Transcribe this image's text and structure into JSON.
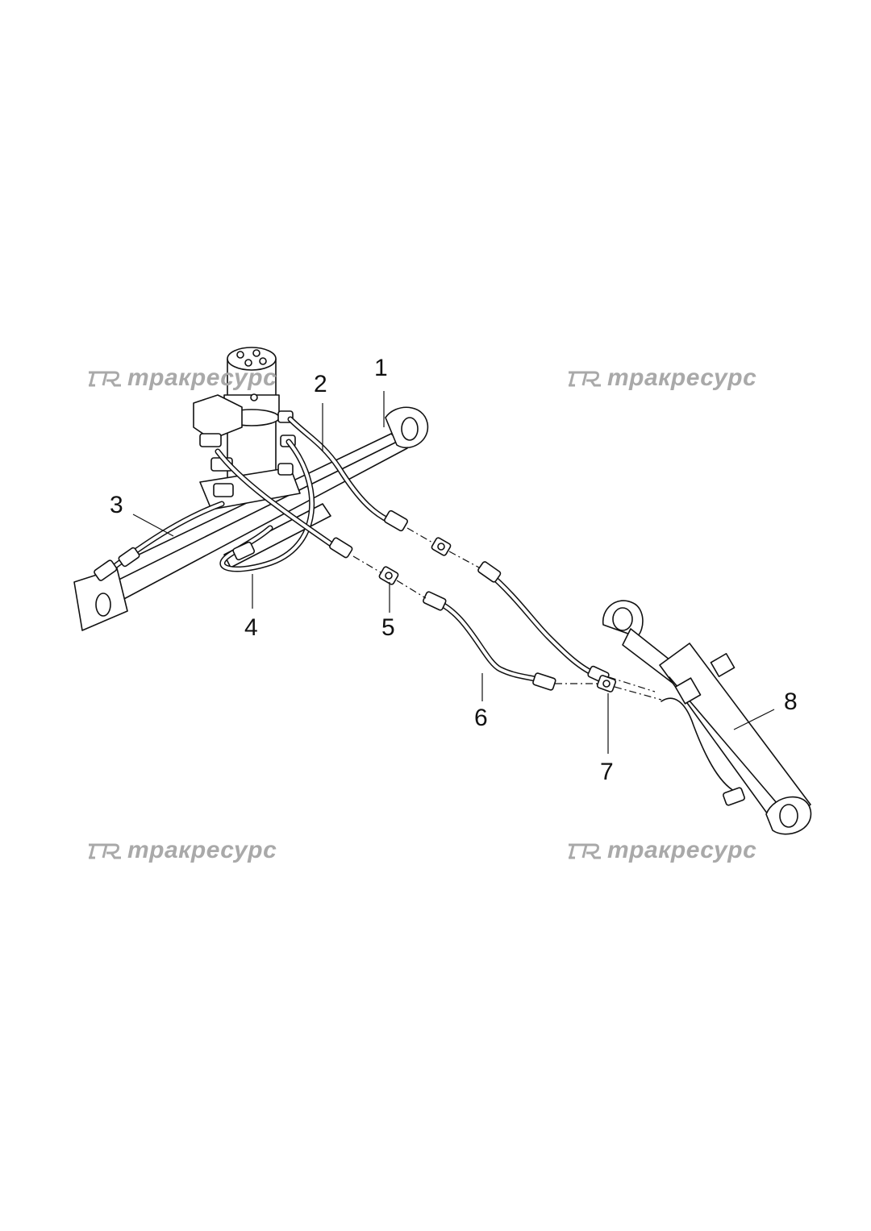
{
  "callouts": [
    "1",
    "2",
    "3",
    "4",
    "5",
    "6",
    "7",
    "8"
  ],
  "watermark": {
    "text": "тракресурс",
    "logo_text": "TR",
    "color": "#a9a9a9"
  },
  "colors": {
    "line": "#111111",
    "background": "#ffffff"
  }
}
